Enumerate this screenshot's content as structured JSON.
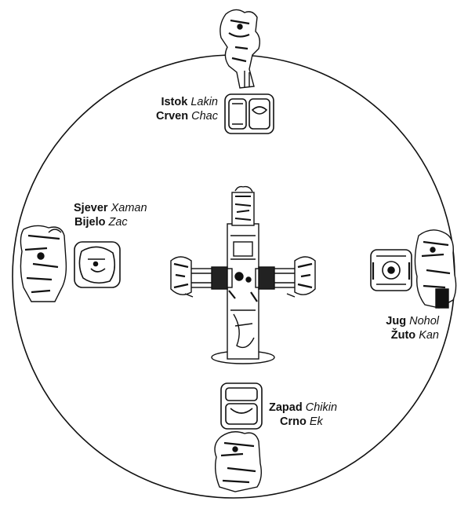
{
  "directions": {
    "east": {
      "direction": "Istok",
      "direction_maya": "Lakin",
      "color": "Crven",
      "color_maya": "Chac"
    },
    "north": {
      "direction": "Sjever",
      "direction_maya": "Xaman",
      "color": "Bijelo",
      "color_maya": "Zac"
    },
    "south": {
      "direction": "Jug",
      "direction_maya": "Nohol",
      "color": "Žuto",
      "color_maya": "Kan"
    },
    "west": {
      "direction": "Zapad",
      "direction_maya": "Chikin",
      "color": "Crno",
      "color_maya": "Ek"
    }
  },
  "colors": {
    "ink": "#111111",
    "background": "#ffffff"
  },
  "icons": {
    "center": "world-tree-cross-icon",
    "figures": "deity-figure-icon",
    "glyphs": "maya-day-glyph-icon"
  }
}
